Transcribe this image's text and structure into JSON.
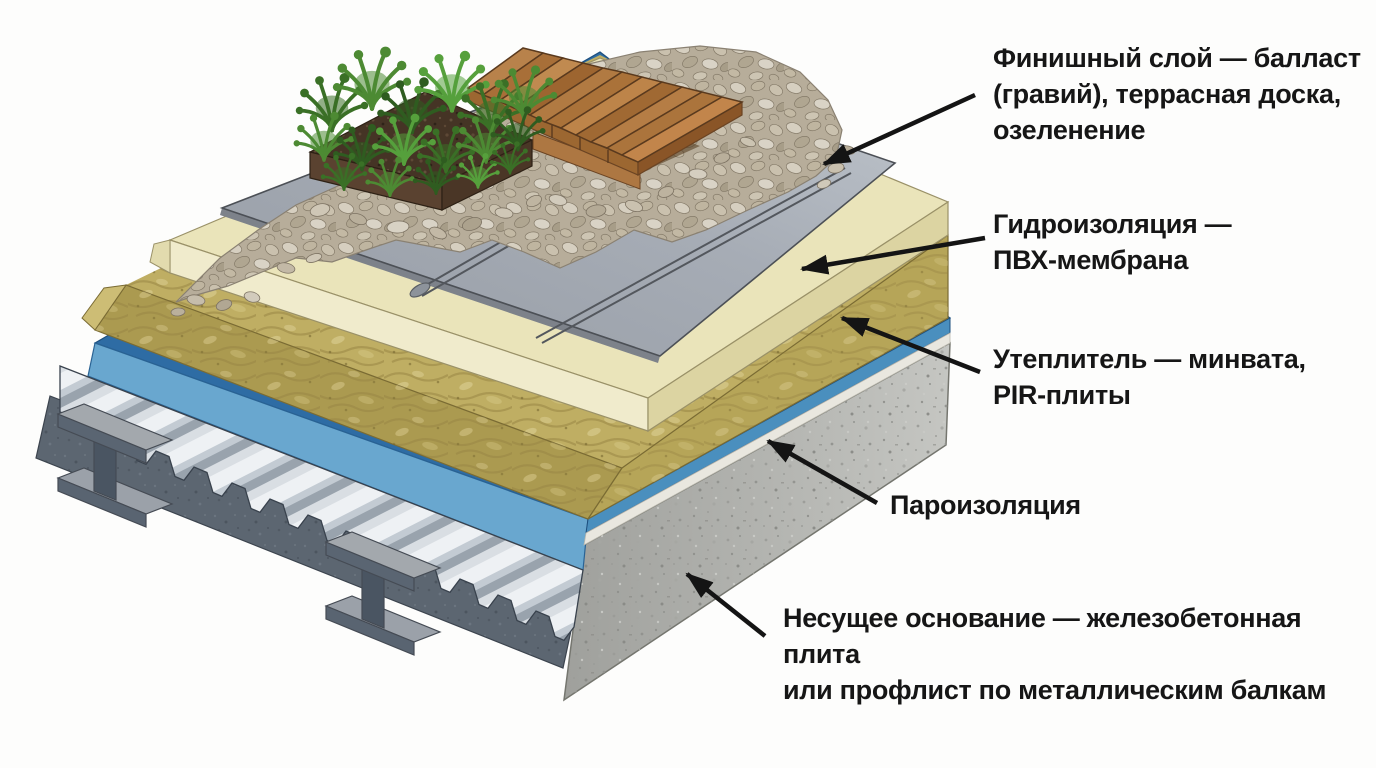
{
  "figure": {
    "description": "Изометрическая схема послойного устройства плоской эксплуатируемой кровли"
  },
  "labels": [
    {
      "id": "finish",
      "text": "Финишный слой — балласт\n(гравий), террасная доска,\nозеленение"
    },
    {
      "id": "waterproofing",
      "text": "Гидроизоляция —\nПВХ-мембрана"
    },
    {
      "id": "insulation",
      "text": "Утеплитель — минвата,\nPIR-плиты"
    },
    {
      "id": "vapor",
      "text": "Пароизоляция"
    },
    {
      "id": "base",
      "text": "Несущее основание — железобетонная плита\nили профлист по металлическим балкам"
    }
  ],
  "colors": {
    "background": "#fdfdfc",
    "text": "#161616",
    "arrow": "#141414",
    "membrane": "#a6acb5",
    "membrane_seam": "#53575d",
    "pir": "#eae4ba",
    "pir_front": "#f0ebcc",
    "pir_side": "#dcd4a2",
    "wool": "#bfae63",
    "wool_front": "#ab9a50",
    "wool_side": "#b6a558",
    "vapor_dark": "#2e6ca4",
    "vapor_mid": "#4a8fbe",
    "vapor_light": "#69a7cf",
    "separation": "#e9e7df",
    "concrete": "#b6b7b3",
    "steel_rib": "#edf0f3",
    "steel_cut": "#5c6671",
    "beam_face": "#5a6572",
    "beam_flange": "#a3a8ad",
    "wood": "#b57e45",
    "wood_gap": "#5a3a1e",
    "soil": "#453425",
    "plant": "#4d8a33",
    "gravel": "#b7ad9a"
  }
}
